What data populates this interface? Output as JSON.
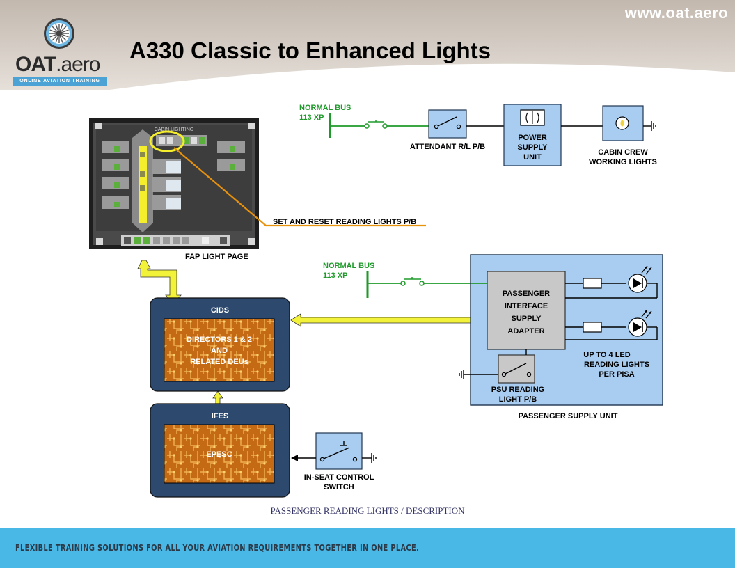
{
  "header": {
    "url": "www.oat.aero",
    "title": "A330 Classic to Enhanced Lights",
    "logo_main": "OAT",
    "logo_suffix": ".aero",
    "logo_tagline": "ONLINE AVIATION TRAINING"
  },
  "fap": {
    "screen_title": "CABIN LIGHTING",
    "page_label": "FAP LIGHT PAGE",
    "callout": "SET AND RESET READING LIGHTS P/B"
  },
  "top_circuit": {
    "bus_line1": "NORMAL BUS",
    "bus_line2": "113 XP",
    "attendant_pb": "ATTENDANT R/L P/B",
    "psu_line1": "POWER",
    "psu_line2": "SUPPLY",
    "psu_line3": "UNIT",
    "cabin_line1": "CABIN CREW",
    "cabin_line2": "WORKING LIGHTS"
  },
  "cids": {
    "title": "CIDS",
    "line1": "DIRECTORS 1 & 2",
    "line2": "AND",
    "line3": "RELATED DEUs"
  },
  "ifes": {
    "title": "IFES",
    "body": "EPESC"
  },
  "in_seat": {
    "line1": "IN-SEAT CONTROL",
    "line2": "SWITCH"
  },
  "psu_panel": {
    "bus_line1": "NORMAL BUS",
    "bus_line2": "113 XP",
    "pisa_line1": "PASSENGER",
    "pisa_line2": "INTERFACE",
    "pisa_line3": "SUPPLY",
    "pisa_line4": "ADAPTER",
    "psu_pb_line1": "PSU READING",
    "psu_pb_line2": "LIGHT P/B",
    "led_line1": "UP TO 4 LED",
    "led_line2": "READING LIGHTS",
    "led_line3": "PER PISA",
    "unit_label": "PASSENGER SUPPLY UNIT"
  },
  "caption": "PASSENGER READING LIGHTS / DESCRIPTION",
  "footer": "FLEXIBLE TRAINING SOLUTIONS FOR ALL YOUR AVIATION REQUIREMENTS TOGETHER IN ONE PLACE.",
  "colors": {
    "bus_green": "#1f9a2a",
    "panel_blue": "#a9cdf0",
    "box_navy": "#2d4a6e",
    "arrow_yellow": "#f2f23a",
    "callout_orange": "#e8920c",
    "footer_blue": "#4ab8e6",
    "header_grey": "#cfc6bd"
  }
}
